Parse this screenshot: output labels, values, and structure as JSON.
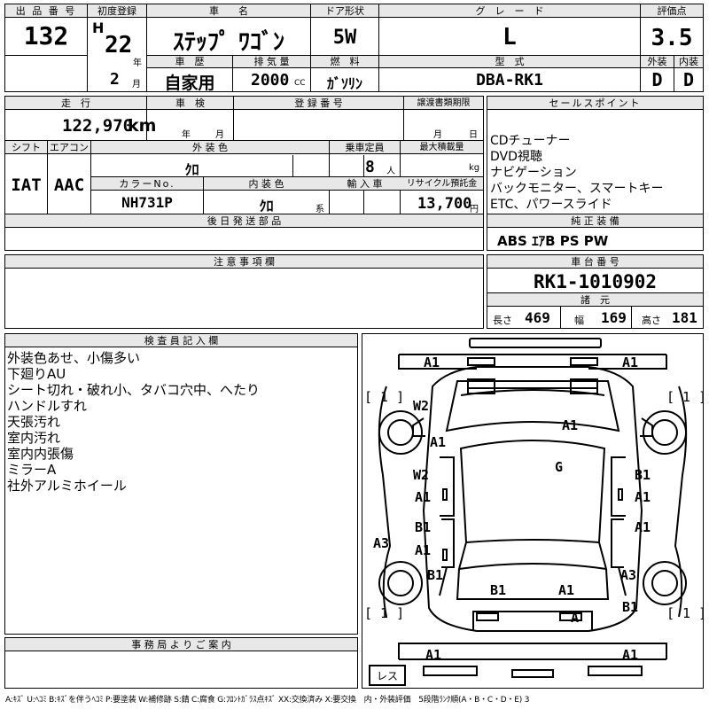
{
  "lot": {
    "label": "出 品 番 号",
    "value": "132"
  },
  "first_reg": {
    "label": "初度登録",
    "era": "H",
    "year": "22",
    "year_unit": "年",
    "month": "2",
    "month_unit": "月"
  },
  "car_name": {
    "label": "車　　名",
    "value": "ｽﾃｯﾌﾟ ﾜｺﾞﾝ"
  },
  "door": {
    "label": "ドア形状",
    "value": "5W"
  },
  "grade": {
    "label": "グ　レ　ー　ド",
    "value": "L"
  },
  "score": {
    "label": "評価点",
    "value": "3.5"
  },
  "history": {
    "label": "車　歴",
    "value": "自家用"
  },
  "displacement": {
    "label": "排 気 量",
    "value": "2000",
    "unit": "CC"
  },
  "fuel": {
    "label": "燃　料",
    "value": "ｶﾞｿﾘﾝ"
  },
  "model": {
    "label": "型　式",
    "value": "DBA-RK1"
  },
  "exterior_grade": {
    "label": "外装",
    "value": "D"
  },
  "interior_grade": {
    "label": "内装",
    "value": "D"
  },
  "mileage": {
    "label": "走　行",
    "value": "122,970",
    "unit": "km"
  },
  "inspection": {
    "label": "車　検",
    "year_unit": "年",
    "month_unit": "月"
  },
  "registration": {
    "label": "登 録 番 号"
  },
  "transfer_doc": {
    "label": "譲渡書類期限",
    "month_unit": "月",
    "day_unit": "日"
  },
  "shift": {
    "label": "シフト",
    "value": "IAT"
  },
  "aircon": {
    "label": "エアコン",
    "value": "AAC"
  },
  "ext_color": {
    "label": "外 装 色",
    "value": "ｸﾛ"
  },
  "capacity": {
    "label": "乗車定員",
    "value": "8",
    "unit": "人"
  },
  "max_load": {
    "label": "最大積載量",
    "unit": "kg"
  },
  "color_no": {
    "label": "カラーNo.",
    "value": "NH731P"
  },
  "int_color": {
    "label": "内 装 色",
    "value": "ｸﾛ",
    "unit": "系"
  },
  "import": {
    "label": "輸 入 車"
  },
  "recycle": {
    "label": "リサイクル預託金",
    "value": "13,700",
    "unit": "円"
  },
  "later_parts": {
    "label": "後 日 発 送 部 品"
  },
  "notes": {
    "label": "注 意 事 項 欄"
  },
  "sales_points": {
    "label": "セールスポイント",
    "lines": [
      "CDチューナー",
      "DVD視聴",
      "ナビゲーション",
      "バックモニター、スマートキー",
      "ETC、パワースライド"
    ]
  },
  "equipment": {
    "label": "純 正 装 備",
    "value": "ABS ｴｱB PS PW"
  },
  "chassis": {
    "label": "車 台 番 号",
    "value": "RK1-1010902"
  },
  "dimensions": {
    "label": "諸　元",
    "length_label": "長さ",
    "length": "469",
    "width_label": "幅",
    "width": "169",
    "height_label": "高さ",
    "height": "181"
  },
  "inspector": {
    "label": "検 査 員 記 入 欄",
    "lines": [
      "外装色あせ、小傷多い",
      "下廻りAU",
      "シート切れ・破れ小、タバコ穴中、へたり",
      "ハンドルすれ",
      "天張汚れ",
      "室内汚れ",
      "室内内張傷",
      "ミラーA",
      "社外アルミホイール"
    ]
  },
  "office": {
    "label": "事 務 局 よ り ご 案 内"
  },
  "diagram_marks": {
    "front_left": "A1",
    "front_right": "A1",
    "tire_fl": "[ 1 ]",
    "tire_fr": "[ 1 ]",
    "tire_rl": "[ 1 ]",
    "tire_rr": "[ 1 ]",
    "fender_fl": "W2",
    "fender_fl2": "A1",
    "hood": "A1",
    "windshield": "G",
    "door_fl_a": "W2",
    "door_fl_b": "A1",
    "door_fr_a": "B1",
    "door_fr_b": "A1",
    "door_rl_a": "B1",
    "door_rl_b": "A1",
    "door_rr": "A1",
    "sill_l": "A3",
    "qtr_l": "B1",
    "qtr_r": "A3",
    "qtr_r2": "B1",
    "rear_1": "B1",
    "rear_2": "A1",
    "rear_bumper": "A",
    "rear_left": "A1",
    "rear_right": "A1",
    "rear_tag": "レス"
  },
  "legend": "A:ｷｽﾞ U:ﾍｺﾐ B:ｷｽﾞを伴うﾍｺﾐ P:要塗装 W:補修跡 S:錆 C:腐食 G:ﾌﾛﾝﾄｶﾞﾗｽ点ｷｽﾞ XX:交換済み X:要交換　内・外装評価　5段階ﾗﾝｸ順(A・B・C・D・E) 3"
}
